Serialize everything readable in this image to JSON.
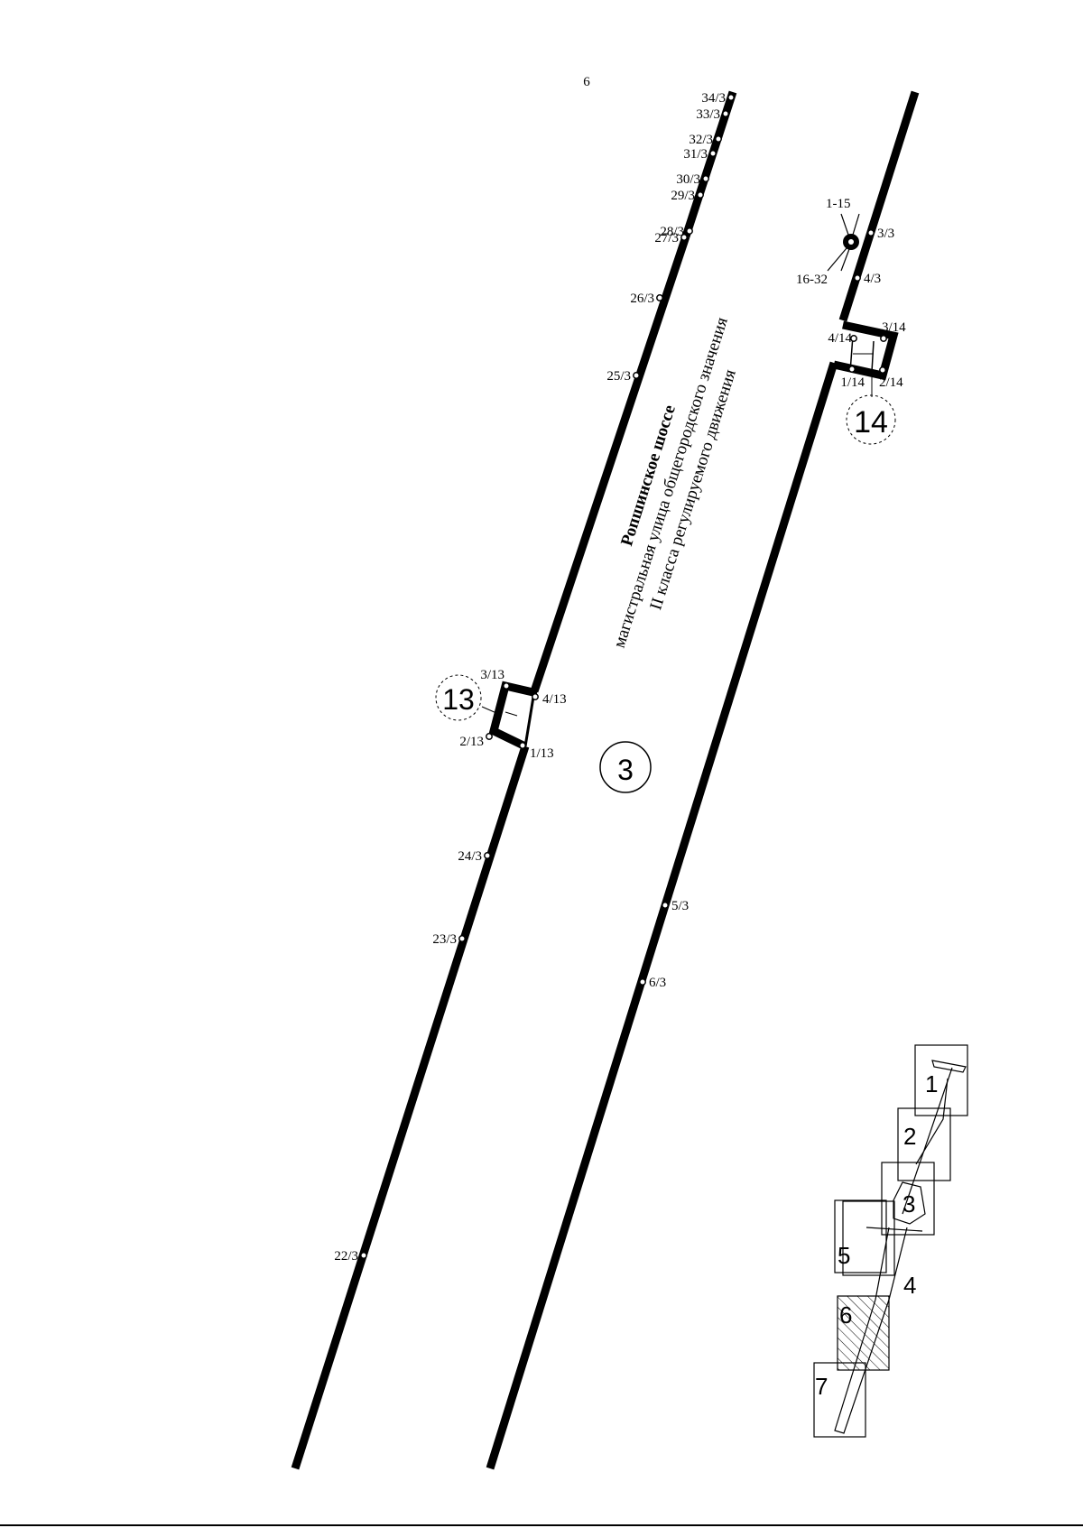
{
  "page_number": "6",
  "street": {
    "name": "Ропшинское шоссе",
    "line1": "магистральная  улица общегородского значения",
    "line2": "II класса регулируемого движения"
  },
  "sheet_label": "3",
  "block_13_label": "13",
  "block_14_label": "14",
  "west_points": [
    "34/3",
    "33/3",
    "32/3",
    "31/3",
    "30/3",
    "29/3",
    "28/3",
    "27/3",
    "26/3",
    "25/3",
    "24/3",
    "23/3",
    "22/3"
  ],
  "block_13_points": [
    "3/13",
    "4/13",
    "2/13",
    "1/13"
  ],
  "east_points": [
    "3/3",
    "4/3",
    "5/3",
    "6/3"
  ],
  "block_14_points": [
    "3/14",
    "4/14",
    "1/14",
    "2/14"
  ],
  "group_labels": [
    "1-15",
    "16-32"
  ],
  "key_map": {
    "sheets": [
      "1",
      "2",
      "3",
      "4",
      "5",
      "6",
      "7"
    ],
    "highlighted": "6"
  }
}
